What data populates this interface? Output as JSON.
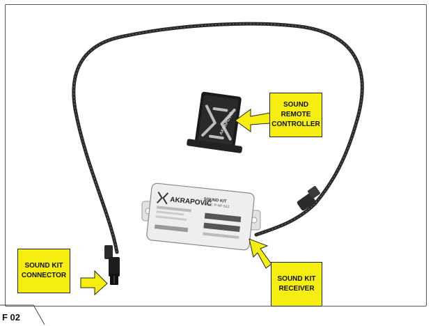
{
  "figure": {
    "label": "F 02"
  },
  "callouts": {
    "remote": "SOUND REMOTE\nCONTROLLER",
    "receiver": "SOUND KIT\nRECEIVER",
    "connector": "SOUND KIT\nCONNECTOR"
  },
  "receiver_device": {
    "brand": "AKRAPOVIČ",
    "title": "SOUND KIT",
    "type": "TYPE: P-HF-S11"
  },
  "remote_device": {
    "brand": "AKRAPOVIČ"
  },
  "colors": {
    "callout_fill": "#f6ee10",
    "arrow_fill": "#f6ee10",
    "cable": "#2a2a2a"
  }
}
